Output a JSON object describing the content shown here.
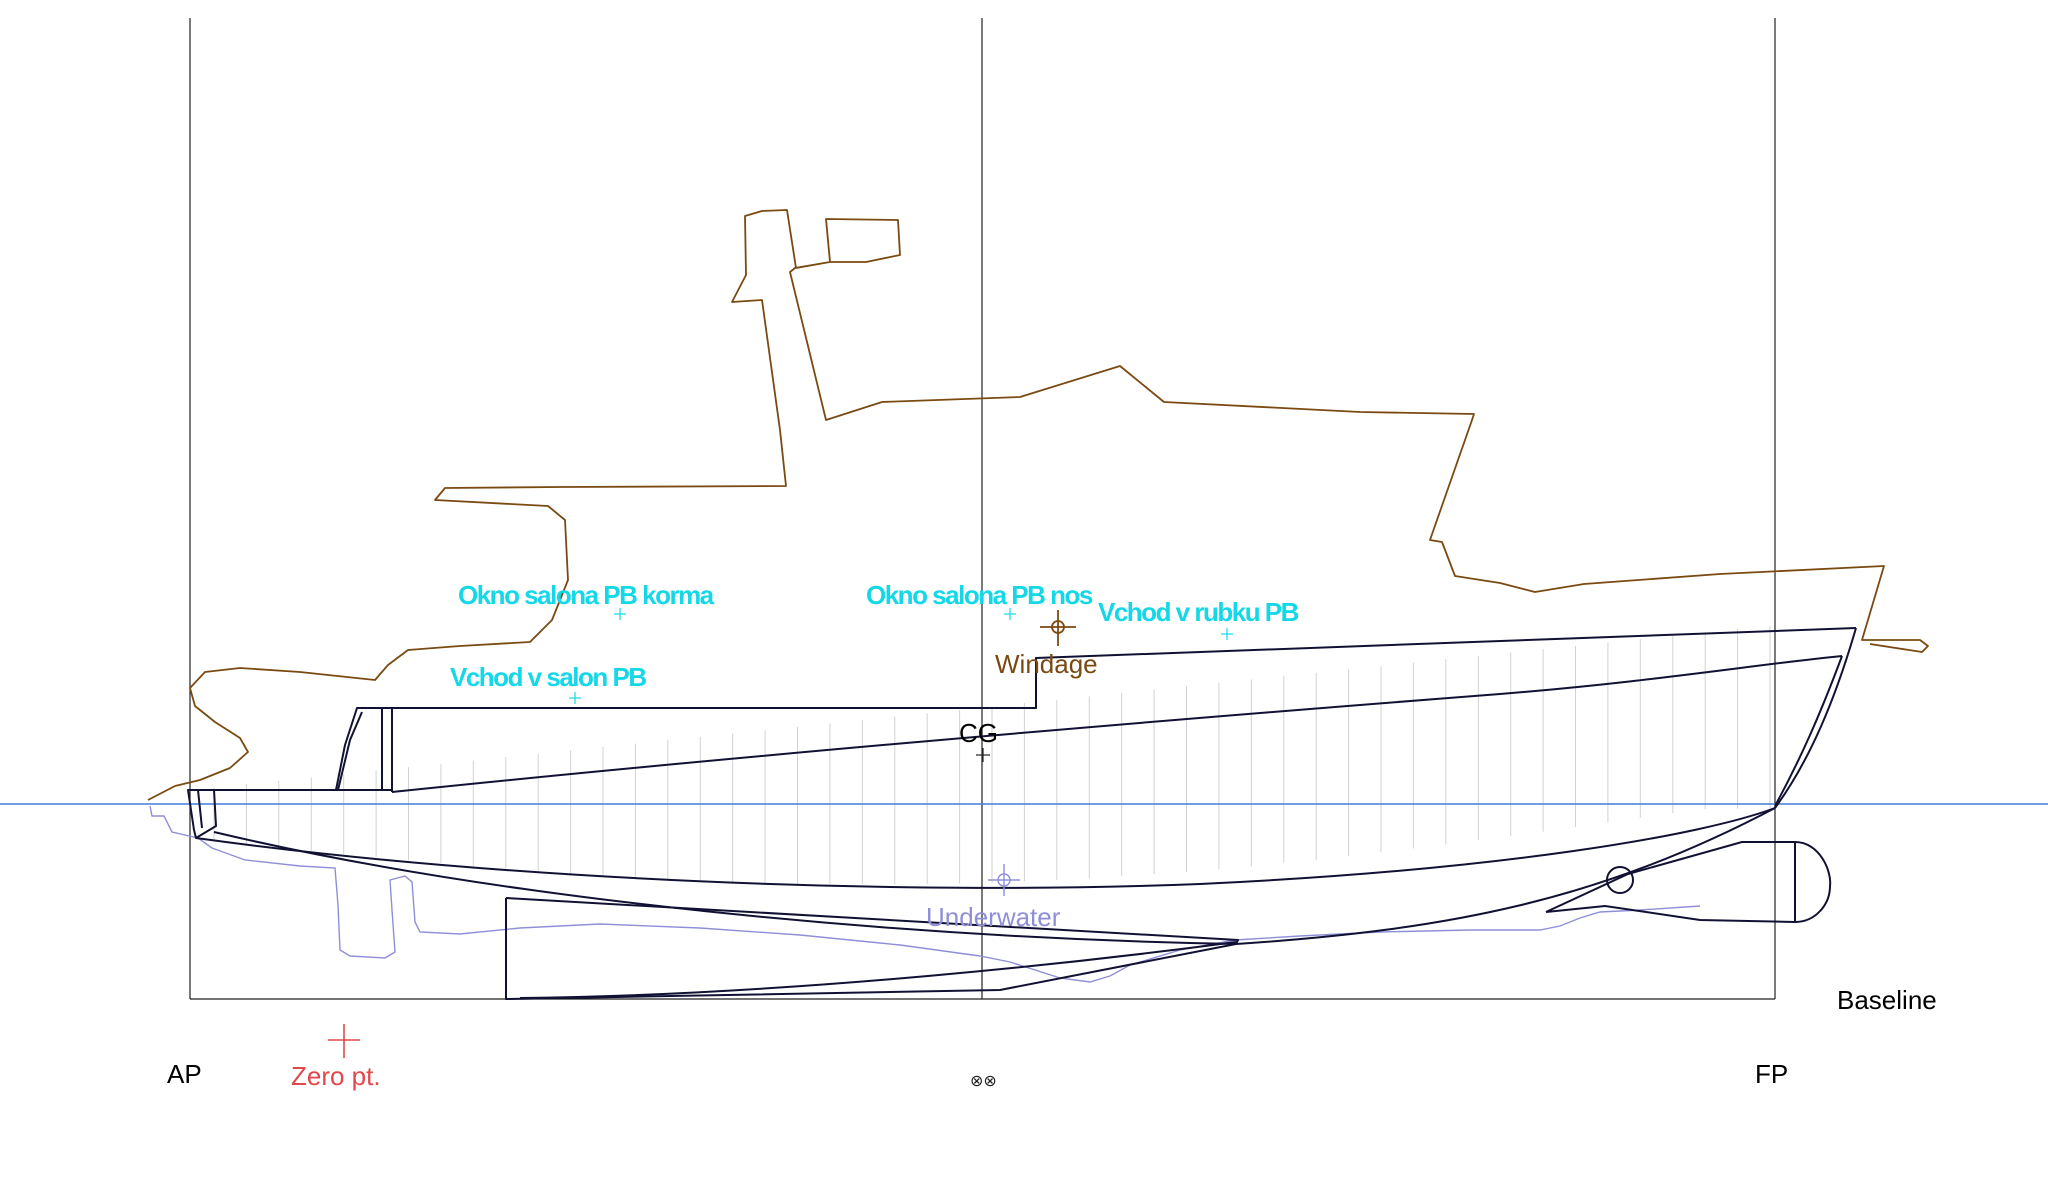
{
  "colors": {
    "frame": "#222222",
    "hull": "#111133",
    "station": "#cfd2d6",
    "waterline": "#3f7fd6",
    "windage": "#7a4a12",
    "underwater": "#8f8fd8",
    "points": "#14d8e8",
    "zero": "#e0484c"
  },
  "labels": {
    "ap": "AP",
    "fp": "FP",
    "baseline": "Baseline",
    "cg": "CG",
    "windage": "Windage",
    "underwater": "Underwater",
    "zero": "Zero pt.",
    "midship_symbol": "⊗⊗"
  },
  "points": [
    {
      "name": "Okno salona PB korma"
    },
    {
      "name": "Okno salona PB nos"
    },
    {
      "name": "Vchod v rubku PB"
    },
    {
      "name": "Vchod v salon PB"
    }
  ]
}
